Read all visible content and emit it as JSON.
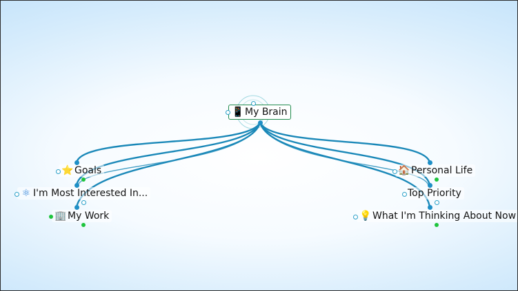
{
  "central": {
    "label": "My Brain",
    "icon": "brain-phone-icon",
    "glyph": "📱"
  },
  "left": [
    {
      "label": "Goals",
      "icon": "star-icon",
      "glyph": "⭐"
    },
    {
      "label": "I'm Most Interested In...",
      "icon": "molecule-icon",
      "glyph": "⚛"
    },
    {
      "label": "My Work",
      "icon": "office-building-icon",
      "glyph": "🏢"
    }
  ],
  "right": [
    {
      "label": "Personal Life",
      "icon": "house-icon",
      "glyph": "🏠"
    },
    {
      "label": "Top Priority",
      "icon": "",
      "glyph": ""
    },
    {
      "label": "What I'm Thinking About Now",
      "icon": "lightbulb-icon",
      "glyph": "💡"
    }
  ],
  "colors": {
    "link": "#1a88b8",
    "central_border": "#1f8a4c",
    "handle_green": "#1ec43c",
    "handle_blue": "#1e8fc6"
  }
}
